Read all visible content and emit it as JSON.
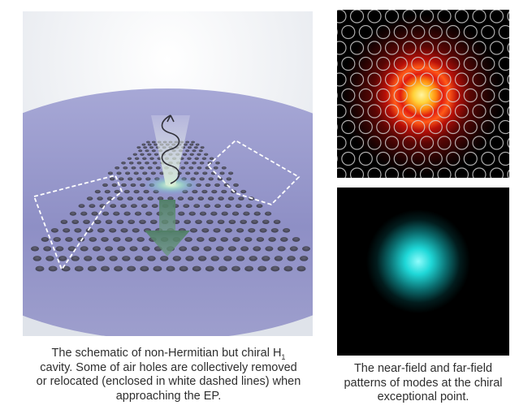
{
  "figure": {
    "left_caption": {
      "line1_before": "The schematic of non-Hermitian but chiral H",
      "line1_sub": "1",
      "line2": "cavity. Some of air holes are collectively removed",
      "line3": "or relocated (enclosed in white dashed lines) when",
      "line4": "approaching the EP."
    },
    "right_caption": {
      "line1": "The near-field and far-field",
      "line2": "patterns of modes at the chiral",
      "line3": "exceptional point."
    }
  },
  "colors": {
    "slab": "#8f8fc4",
    "beam": "#cfe6d2",
    "arrow": "#4f7e65",
    "nearfield_core": "#ffd23a",
    "nearfield_ring": "#e01b10",
    "farfield": "#1fd8d8",
    "caption": "#2e2e2e"
  },
  "icons": [
    "spiral-beam-icon",
    "down-arrow-icon"
  ]
}
